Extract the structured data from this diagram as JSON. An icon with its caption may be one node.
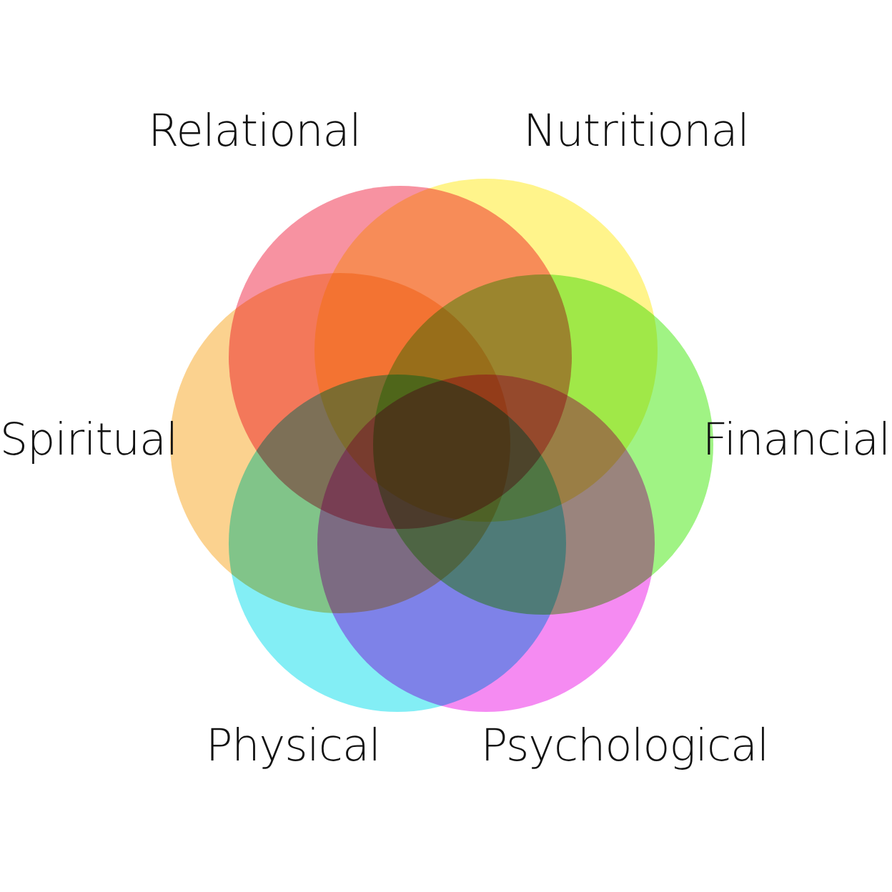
{
  "diagram": {
    "nodes": [
      {
        "text": [],
        "shape": "circle",
        "beside": [
          "Relational"
        ]
      },
      {
        "text": [],
        "shape": "circle",
        "beside": [
          "Nutritional"
        ]
      },
      {
        "text": [],
        "shape": "circle",
        "beside": [
          "Financial"
        ]
      },
      {
        "text": [],
        "shape": "circle",
        "beside": [
          "Psychological"
        ]
      },
      {
        "text": [],
        "shape": "circle",
        "beside": [
          "Physical"
        ]
      },
      {
        "text": [],
        "shape": "circle",
        "beside": [
          "Spiritual"
        ]
      }
    ]
  }
}
